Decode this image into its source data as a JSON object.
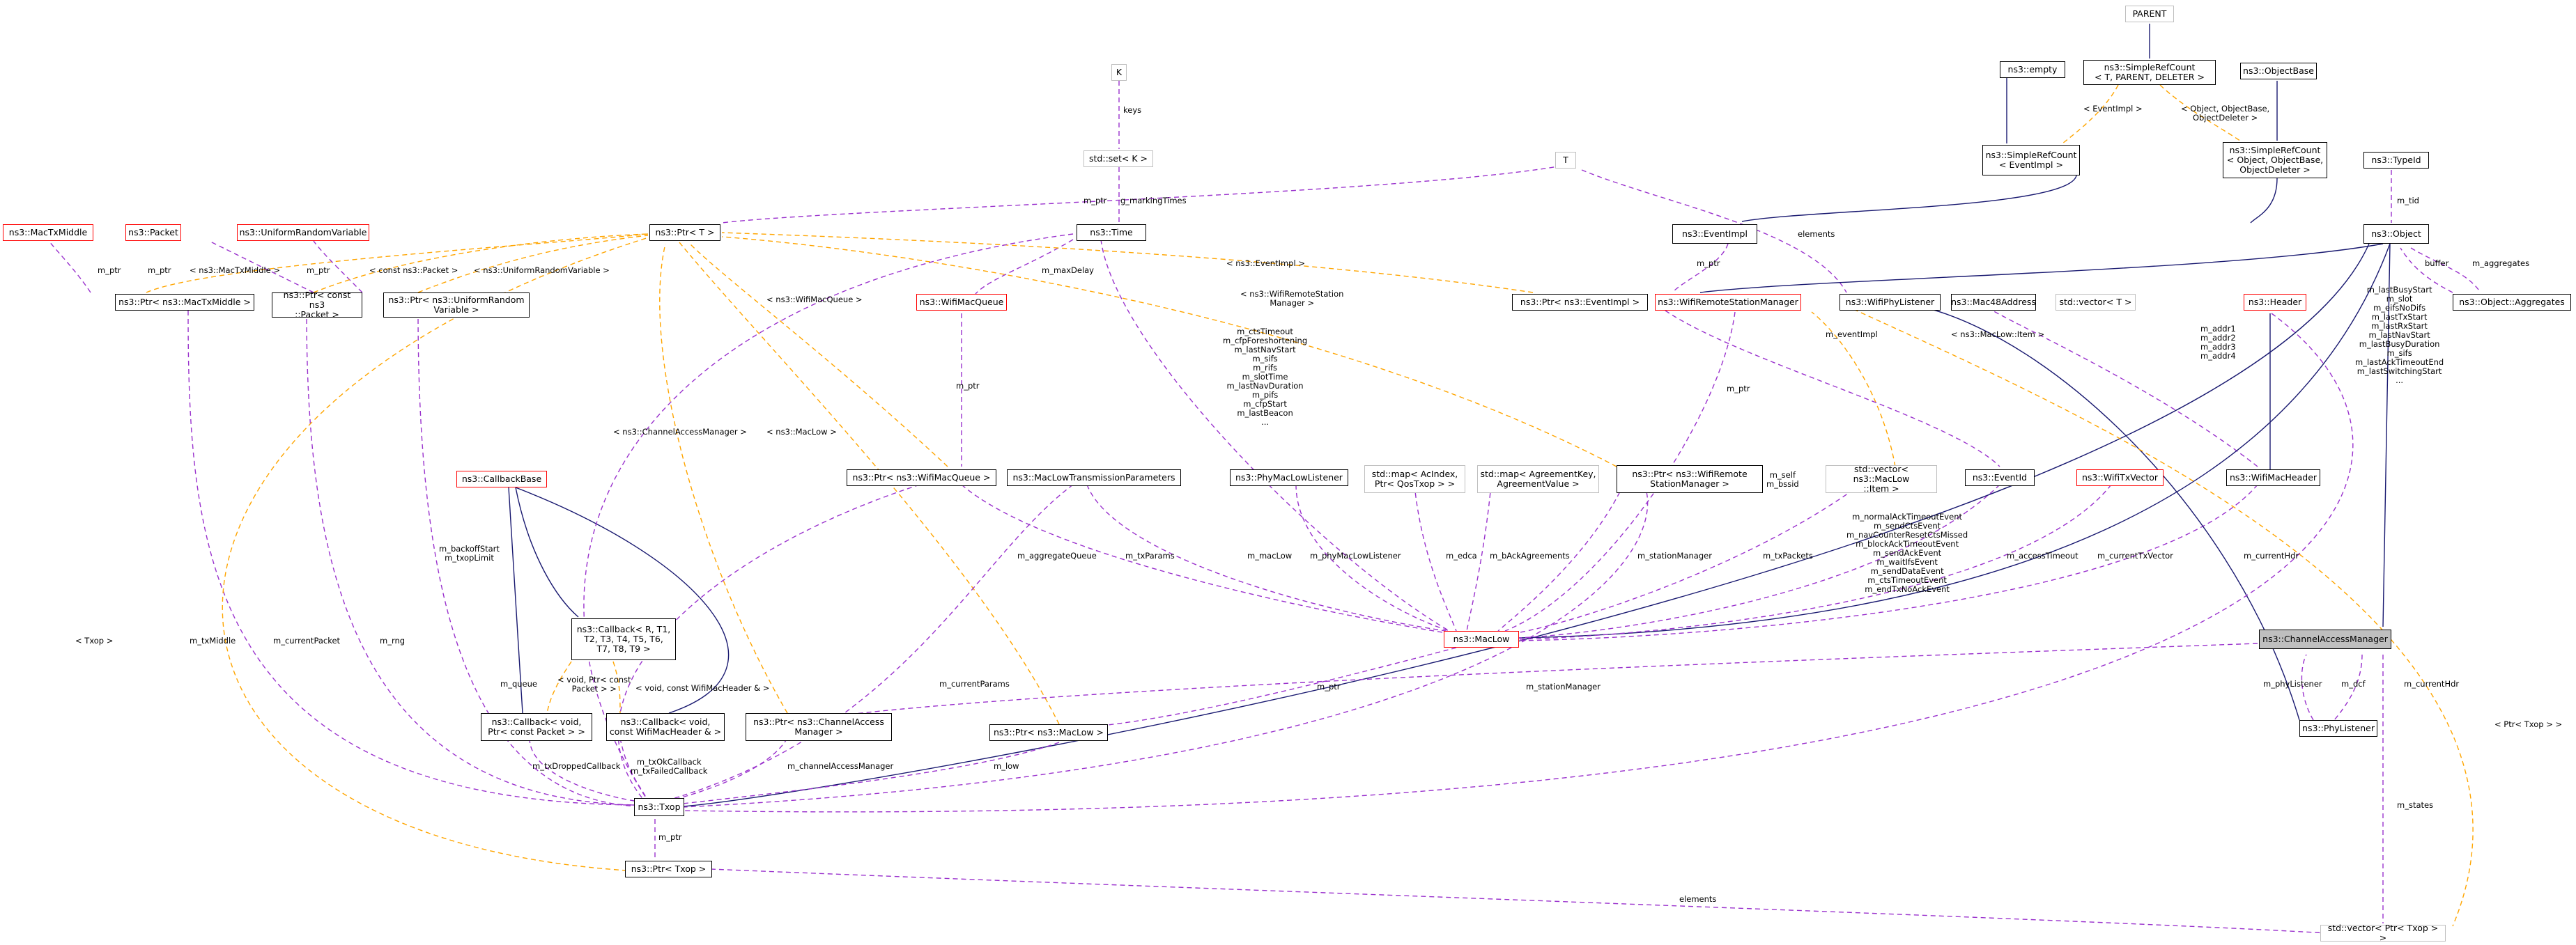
{
  "colors": {
    "inheritance": "#191970",
    "usage": "#9a32cd",
    "template": "#ffa500",
    "node_red": "#ff0000",
    "node_gray": "#bfbfbf",
    "highlight_fill": "#bfbfbf"
  },
  "nodes": {
    "parent": "PARENT",
    "simpleref": "ns3::SimpleRefCount\n< T, PARENT, DELETER >",
    "empty": "ns3::empty",
    "objectbase": "ns3::ObjectBase",
    "k": "K",
    "stdset": "std::set< K >",
    "t": "T",
    "simpleref_event": "ns3::SimpleRefCount\n< EventImpl >",
    "simpleref_object": "ns3::SimpleRefCount\n< Object, ObjectBase,\nObjectDeleter >",
    "typeid": "ns3::TypeId",
    "mactxmiddle": "ns3::MacTxMiddle",
    "packet": "ns3::Packet",
    "uniformrv": "ns3::UniformRandomVariable",
    "ptr_t": "ns3::Ptr< T >",
    "time": "ns3::Time",
    "eventimpl": "ns3::EventImpl",
    "object": "ns3::Object",
    "ptr_mactxmiddle": "ns3::Ptr< ns3::MacTxMiddle >",
    "ptr_packet": "ns3::Ptr< const ns3\n::Packet >",
    "ptr_uniformrv": "ns3::Ptr< ns3::UniformRandom\nVariable >",
    "wifimacqueue": "ns3::WifiMacQueue",
    "ptr_eventimpl": "ns3::Ptr< ns3::EventImpl >",
    "wifiremotestationmanager": "ns3::WifiRemoteStationManager",
    "wifiphylistener": "ns3::WifiPhyListener",
    "mac48address": "ns3::Mac48Address",
    "stdvector_t": "std::vector< T >",
    "header": "ns3::Header",
    "object_aggregates": "ns3::Object::Aggregates",
    "callbackbase": "ns3::CallbackBase",
    "ptr_wifimacqueue": "ns3::Ptr< ns3::WifiMacQueue >",
    "maclowtxparams": "ns3::MacLowTransmissionParameters",
    "phymaclowlistener": "ns3::PhyMacLowListener",
    "map_ac": "std::map< AcIndex,\nPtr< QosTxop > >",
    "map_agreement": "std::map< AgreementKey,\nAgreementValue >",
    "ptr_wifiremote": "ns3::Ptr< ns3::WifiRemote\nStationManager >",
    "stdvector_item": "std::vector< ns3::MacLow\n::Item >",
    "eventid": "ns3::EventId",
    "wifitxvector": "ns3::WifiTxVector",
    "wifimacheader": "ns3::WifiMacHeader",
    "callback_rt": "ns3::Callback< R, T1,\nT2, T3, T4, T5, T6,\nT7, T8, T9 >",
    "maclow": "ns3::MacLow",
    "channelaccessmanager": "ns3::ChannelAccessManager",
    "callback_packet": "ns3::Callback< void,\nPtr< const Packet > >",
    "callback_header": "ns3::Callback< void,\nconst WifiMacHeader & >",
    "ptr_cam": "ns3::Ptr< ns3::ChannelAccess\nManager >",
    "ptr_maclow": "ns3::Ptr< ns3::MacLow >",
    "phylistener": "ns3::PhyListener",
    "txop": "ns3::Txop",
    "ptr_txop": "ns3::Ptr< Txop >",
    "stdvector_ptrtxop": "std::vector< Ptr< Txop > >"
  },
  "labels": {
    "ev_impl": "< EventImpl >",
    "obj_ob": "< Object, ObjectBase,\nObjectDeleter >",
    "keys": "keys",
    "m_ptr_marking": "m_ptr",
    "g_marking": "g_markingTimes",
    "elements_t": "elements",
    "m_tid": "m_tid",
    "buffer": "buffer",
    "m_aggregates": "m_aggregates",
    "m_ptr_mtm": "m_ptr",
    "mtm_tpl": "< ns3::MacTxMiddle >",
    "m_ptr_pkt": "m_ptr",
    "pkt_tpl": "< const ns3::Packet >",
    "m_ptr_rv": "m_ptr",
    "rv_tpl": "< ns3::UniformRandomVariable >",
    "m_maxdelay": "m_maxDelay",
    "m_ptr_ev": "m_ptr",
    "ev_tpl": "< ns3::EventImpl >",
    "wmq_tpl": "< ns3::WifiMacQueue >",
    "m_ptr_wmq": "m_ptr",
    "wrsm_tpl": "< ns3::WifiRemoteStation\nManager >",
    "m_ptr_wrsm": "m_ptr",
    "time_members": "m_ctsTimeout\nm_cfpForeshortening\nm_lastNavStart\nm_sifs\nm_rifs\nm_slotTime\nm_lastNavDuration\nm_pifs\nm_cfpStart\nm_lastBeacon\n...",
    "m_eventimpl": "m_eventImpl",
    "item_tpl": "< ns3::MacLow::Item >",
    "cam_time": "m_lastBusyStart\nm_slot\nm_eifsNoDifs\nm_lastTxStart\nm_lastRxStart\nm_lastNavStart\nm_lastBusyDuration\nm_sifs\nm_lastAckTimeoutEnd\nm_lastSwitchingStart\n...",
    "addr": "m_addr1\nm_addr2\nm_addr3\nm_addr4",
    "m_self": "m_self\nm_bssid",
    "backoff": "m_backoffStart\nm_txopLimit",
    "cam_tpl": "< ns3::ChannelAccessManager >",
    "maclow_tpl": "< ns3::MacLow >",
    "m_aggregatequeue": "m_aggregateQueue",
    "m_txparams": "m_txParams",
    "m_maclow": "m_macLow",
    "m_phymaclowlistener": "m_phyMacLowListener",
    "m_edca": "m_edca",
    "m_backagreements": "m_bAckAgreements",
    "m_stationmanager": "m_stationManager",
    "m_txpackets": "m_txPackets",
    "eventid_members": "m_normalAckTimeoutEvent\nm_sendCtsEvent\nm_navCounterResetCtsMissed\nm_blockAckTimeoutEvent\nm_sendAckEvent\nm_waitIfsEvent\nm_sendDataEvent\nm_ctsTimeoutEvent\nm_endTxNoAckEvent",
    "m_accesstimeout": "m_accessTimeout",
    "m_currenttxvector": "m_currentTxVector",
    "m_currenthdr_ml": "m_currentHdr",
    "cb_pkt_tpl": "< void, Ptr< const\nPacket > >",
    "cb_hdr_tpl": "< void, const WifiMacHeader & >",
    "txop_tpl": "< Txop >",
    "m_txmiddle": "m_txMiddle",
    "m_currentpacket": "m_currentPacket",
    "m_rng": "m_rng",
    "m_queue": "m_queue",
    "m_currentparams": "m_currentParams",
    "m_ptr_maclow": "m_ptr",
    "m_stationmanager_tx": "m_stationManager",
    "m_phylistener": "m_phyListener",
    "m_dcf": "m_dcf",
    "m_currenthdr_tx": "m_currentHdr",
    "ptrtxop_tpl": "< Ptr< Txop > >",
    "m_txdroppedcallback": "m_txDroppedCallback",
    "m_txok": "m_txOkCallback\nm_txFailedCallback",
    "m_channelaccessmanager": "m_channelAccessManager",
    "m_low": "m_low",
    "m_ptr_txop": "m_ptr",
    "m_states": "m_states",
    "elements_txop": "elements"
  }
}
